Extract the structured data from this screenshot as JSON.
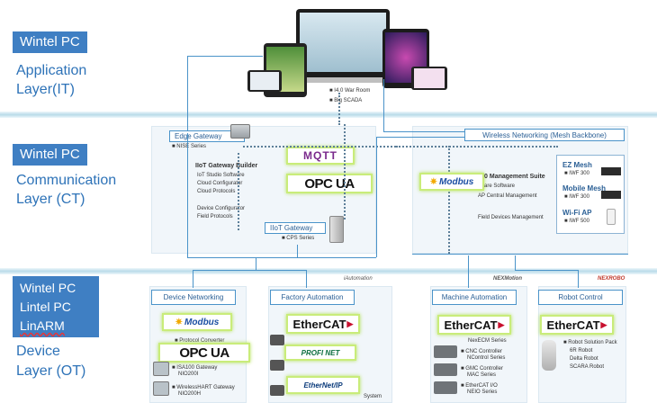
{
  "layers": {
    "app": {
      "tag": "Wintel PC",
      "name1": "Application",
      "name2": "Layer(IT)"
    },
    "comm": {
      "tag": "Wintel PC",
      "name1": "Communication",
      "name2": "Layer (CT)"
    },
    "device": {
      "tag1": "Wintel PC",
      "tag2": "Lintel PC",
      "tag3": "LinARM",
      "name1": "Device",
      "name2": "Layer (OT)"
    }
  },
  "app_layer": {
    "items": [
      "I4.0 War Room",
      "Big SCADA"
    ]
  },
  "comm_layer": {
    "edge_gateway": {
      "title": "Edge Gateway",
      "series": "NISE Series"
    },
    "iiot_builder": {
      "title": "IIoT Gateway Builder",
      "lines": [
        "IoT Studio Software",
        "Cloud Configurator",
        "Cloud Protocols",
        "Device Configurator",
        "Field Protocols"
      ]
    },
    "iiot_gateway": {
      "title": "IIoT Gateway",
      "series": "CPS Series"
    },
    "wireless": {
      "title": "Wireless Networking (Mesh Backbone)"
    },
    "management": {
      "title": "Management Suite",
      "lines": [
        "are Software",
        "AP Central Management",
        "Field Devices Management"
      ],
      "prefix": "0"
    },
    "mesh": [
      {
        "title": "EZ Mesh",
        "model": "IWF 300"
      },
      {
        "title": "Mobile Mesh",
        "model": "IWF 300"
      },
      {
        "title": "Wi-Fi AP",
        "model": "IWF 500"
      }
    ],
    "logos": {
      "mqtt": "MQTT",
      "opcua": "OPC UA",
      "modbus": "Modbus"
    }
  },
  "device_layer": {
    "columns": [
      {
        "title": "Device Networking",
        "brand": "",
        "items": [
          {
            "name": "Protocol Converter",
            "sub": ""
          },
          {
            "name": "ISA100 Gateway",
            "sub": "NIO200I"
          },
          {
            "name": "WirelessHART Gateway",
            "sub": "NIO200H"
          }
        ]
      },
      {
        "title": "Factory Automation",
        "brand": "iAutomation",
        "items": [
          {
            "name": "System",
            "sub": ""
          }
        ]
      },
      {
        "title": "Machine Automation",
        "brand": "NEXMotion",
        "items": [
          {
            "name": "NexECM Series",
            "sub": ""
          },
          {
            "name": "CNC Controller",
            "sub": "NControl Series"
          },
          {
            "name": "GMC Controller",
            "sub": "MAC Series"
          },
          {
            "name": "EtherCAT I/O",
            "sub": "NEIO Series"
          }
        ]
      },
      {
        "title": "Robot Control",
        "brand": "NEXROBO",
        "items": [
          {
            "name": "Robot Solution Pack",
            "sub": ""
          },
          {
            "name": "6R Robot",
            "sub": ""
          },
          {
            "name": "Delta Robot",
            "sub": ""
          },
          {
            "name": "SCARA Robot",
            "sub": ""
          }
        ]
      }
    ],
    "logos": {
      "modbus": "Modbus",
      "opcua": "OPC UA",
      "ethercat": "EtherCAT",
      "ethercat_mark": "▶",
      "profinet": "PROFI NET",
      "ethernetip": "EtherNet/IP"
    }
  },
  "colors": {
    "accent": "#3f7fc3",
    "box_border": "#4a93c9",
    "logo_glow": "#b5e25a",
    "band": "#b9dbe9"
  }
}
